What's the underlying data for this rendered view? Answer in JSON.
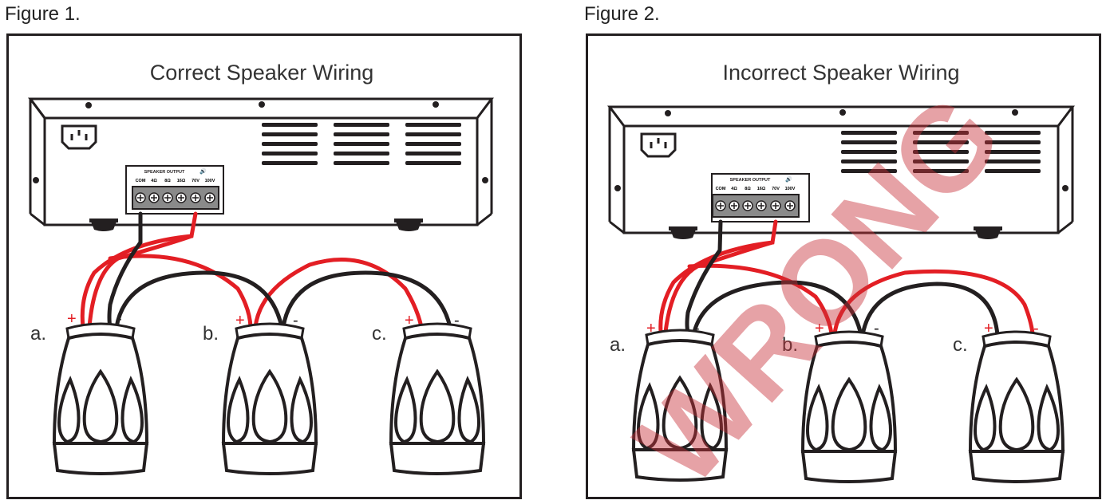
{
  "figures": [
    {
      "label": "Figure 1.",
      "title": "Correct Speaker Wiring",
      "speaker_labels": [
        "a.",
        "b.",
        "c."
      ],
      "stamp": ""
    },
    {
      "label": "Figure 2.",
      "title": "Incorrect Speaker Wiring",
      "speaker_labels": [
        "a.",
        "b.",
        "c."
      ],
      "stamp": "WRONG"
    }
  ],
  "amplifier": {
    "terminal_header": "SPEAKER OUTPUT",
    "terminals": [
      "COM",
      "4Ω",
      "8Ω",
      "16Ω",
      "70V",
      "100V"
    ]
  },
  "polarity": {
    "positive": "+",
    "negative": "-"
  },
  "colors": {
    "positive_wire": "#e31e24",
    "negative_wire": "#231f20",
    "stamp": "#c8303a",
    "frame": "#231f20"
  }
}
